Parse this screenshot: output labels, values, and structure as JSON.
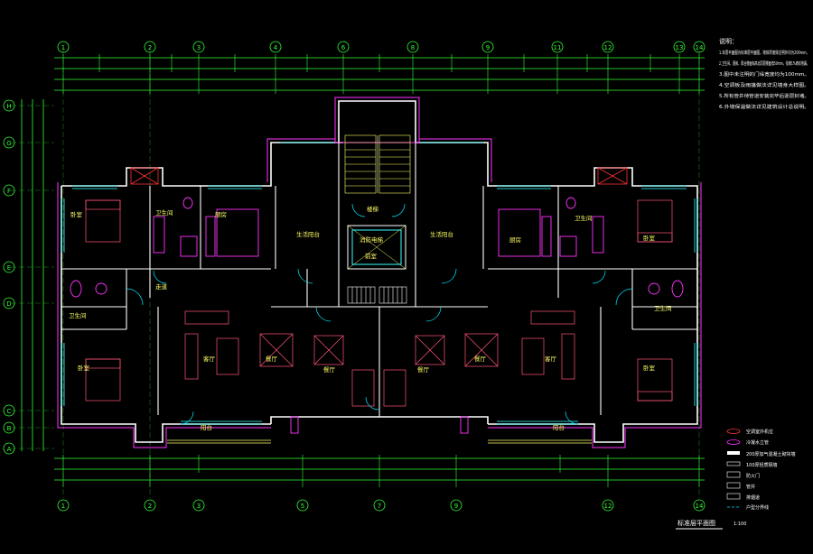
{
  "drawing": {
    "title": "标准层平面图",
    "scale": "1:100"
  },
  "axes": {
    "top": [
      "1",
      "2",
      "3",
      "4",
      "6",
      "8",
      "9",
      "11",
      "12",
      "13",
      "14"
    ],
    "bottom": [
      "1",
      "2",
      "3",
      "5",
      "7",
      "9",
      "12",
      "14"
    ],
    "left": [
      "H",
      "G",
      "F",
      "E",
      "D",
      "C",
      "B",
      "A"
    ]
  },
  "rooms": [
    {
      "key": "bedroom_tl",
      "label": "卧室"
    },
    {
      "key": "bath_tl",
      "label": "卫生间"
    },
    {
      "key": "kitchen_l",
      "label": "厨房"
    },
    {
      "key": "balcony_l",
      "label": "生活阳台"
    },
    {
      "key": "corridor_l",
      "label": "走道"
    },
    {
      "key": "bath2_l",
      "label": "卫生间"
    },
    {
      "key": "bedroom_bl",
      "label": "卧室"
    },
    {
      "key": "living_l",
      "label": "客厅"
    },
    {
      "key": "dining_l",
      "label": "餐厅"
    },
    {
      "key": "balcony_bl",
      "label": "阳台"
    },
    {
      "key": "elevator",
      "label": "消防电梯"
    },
    {
      "key": "stair",
      "label": "楼梯"
    },
    {
      "key": "hall",
      "label": "前室"
    },
    {
      "key": "dining_cl",
      "label": "餐厅"
    },
    {
      "key": "dining_cr",
      "label": "餐厅"
    },
    {
      "key": "balcony_r",
      "label": "生活阳台"
    },
    {
      "key": "kitchen_r",
      "label": "厨房"
    },
    {
      "key": "bath_tr",
      "label": "卫生间"
    },
    {
      "key": "bedroom_tr",
      "label": "卧室"
    },
    {
      "key": "dining_r",
      "label": "餐厅"
    },
    {
      "key": "living_r",
      "label": "客厅"
    },
    {
      "key": "bedroom_br",
      "label": "卧室"
    },
    {
      "key": "bath2_r",
      "label": "卫生间"
    },
    {
      "key": "balcony_br",
      "label": "阳台"
    }
  ],
  "notes": {
    "heading": "说明：",
    "lines": [
      "1.本层平面图为标准层平面图，墙体厚度除注明外均为200mm。",
      "2.卫生间、厨房、阳台楼面标高比同层楼面低50mm，找坡1%坡向地漏。",
      "3.图中未注明的门垛宽度均为100mm。",
      "4.空调板及雨篷做法详见墙身大样图。",
      "5.所有管井待管道安装完毕后逐层封堵。",
      "6.外墙保温做法详见建筑设计总说明。"
    ]
  },
  "legend": [
    {
      "key": "ac",
      "label": "空调室外机位"
    },
    {
      "key": "drain",
      "label": "冷凝水立管"
    },
    {
      "key": "wall",
      "label": "200厚加气混凝土砌块墙"
    },
    {
      "key": "window",
      "label": "100厚轻质隔墙"
    },
    {
      "key": "fire",
      "label": "防火门"
    },
    {
      "key": "pipe",
      "label": "管井"
    },
    {
      "key": "vent",
      "label": "排烟道"
    },
    {
      "key": "line",
      "label": "户型分界线"
    }
  ],
  "colors": {
    "wall": "#ffffff",
    "partition": "#ff33ff",
    "dimension": "#33ff33",
    "axis": "#33ff33",
    "furniture": "#ff5577",
    "window": "#33ffff",
    "door": "#00e5ff",
    "text": "#ffff66",
    "hatch": "#ff3333",
    "stair": "#ffff66"
  }
}
